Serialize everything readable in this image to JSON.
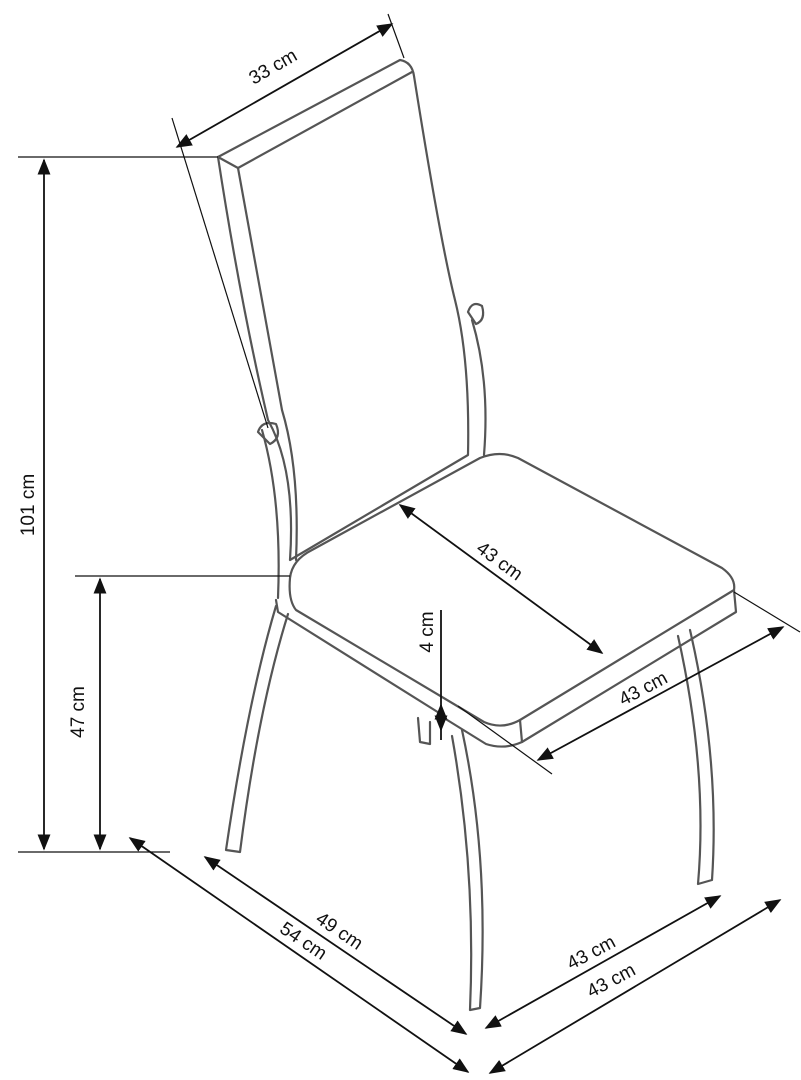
{
  "dimensions": {
    "backrest_width": "33 cm",
    "total_height": "101 cm",
    "seat_height": "47 cm",
    "seat_depth": "43 cm",
    "seat_thickness": "4 cm",
    "seat_width": "43 cm",
    "base_depth_inner": "49 cm",
    "base_depth_outer": "54 cm",
    "base_width_inner": "43 cm",
    "base_width_outer": "43 cm"
  },
  "colors": {
    "line": "#555555",
    "dimension": "#111111",
    "background": "#ffffff"
  }
}
